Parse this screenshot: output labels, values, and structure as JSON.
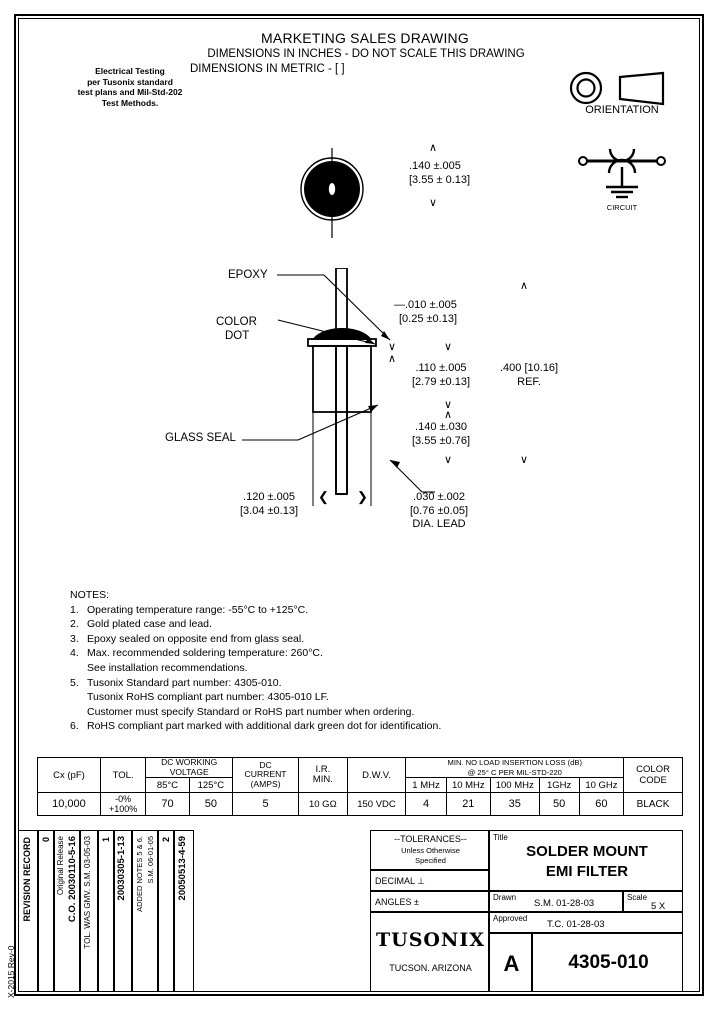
{
  "header": {
    "title": "MARKETING SALES DRAWING",
    "line1": "DIMENSIONS IN INCHES - DO NOT SCALE THIS DRAWING",
    "line2": "DIMENSIONS IN METRIC - [  ]"
  },
  "electrical_testing": {
    "l1": "Electrical Testing",
    "l2": "per Tusonix standard",
    "l3": "test plans and Mil-Std-202",
    "l4": "Test Methods."
  },
  "orientation": {
    "label": "ORIENTATION"
  },
  "circuit": {
    "label": "CIRCUIT"
  },
  "dimensions": {
    "end_diameter": {
      "inch": ".140 ±.005",
      "metric": "[3.55 ± 0.13]"
    },
    "epoxy_thickness": {
      "inch": "—.010 ±.005",
      "metric": "[0.25 ±0.13]"
    },
    "body_length": {
      "inch": ".110 ±.005",
      "metric": "[2.79 ±0.13]"
    },
    "overall_ref": {
      "inch": ".400 [10.16]",
      "metric": "REF."
    },
    "lead_length": {
      "inch": ".140 ±.030",
      "metric": "[3.55 ±0.76]"
    },
    "body_diameter": {
      "inch": ".120 ±.005",
      "metric": "[3.04 ±0.13]"
    },
    "lead_dia": {
      "inch": ".030 ±.002",
      "metric": "[0.76 ±0.05]",
      "note": "DIA. LEAD"
    }
  },
  "callouts": {
    "epoxy": "EPOXY",
    "color_dot_l1": "COLOR",
    "color_dot_l2": "DOT",
    "glass_seal": "GLASS SEAL"
  },
  "notes": {
    "heading": "NOTES:",
    "items": [
      {
        "num": "1.",
        "text": "Operating temperature range: -55°C to +125°C."
      },
      {
        "num": "2.",
        "text": "Gold plated case and lead."
      },
      {
        "num": "3.",
        "text": "Epoxy sealed on opposite end from glass seal."
      },
      {
        "num": "4.",
        "text": "Max. recommended soldering temperature: 260°C.",
        "sub": [
          "See installation recommendations."
        ]
      },
      {
        "num": "5.",
        "text": "Tusonix Standard part number:  4305-010.",
        "sub": [
          "Tusonix RoHS compliant part number:  4305-010  LF.",
          "Customer must specify Standard or RoHS part number when ordering."
        ]
      },
      {
        "num": "6.",
        "text": "RoHS compliant part marked with additional dark green dot for identification."
      }
    ]
  },
  "spec_table": {
    "headers": {
      "cx": "Cx (pF)",
      "tol": "TOL.",
      "dcwv": "DC WORKING VOLTAGE",
      "dcwv_85": "85°C",
      "dcwv_125": "125°C",
      "dc_current_l1": "DC",
      "dc_current_l2": "CURRENT",
      "dc_current_l3": "(AMPS)",
      "ir_l1": "I.R.",
      "ir_l2": "MIN.",
      "dwv": "D.W.V.",
      "il_l1": "MIN. NO LOAD INSERTION LOSS (dB)",
      "il_l2": "@ 25° C PER MIL-STD-220",
      "freq": [
        "1 MHz",
        "10 MHz",
        "100 MHz",
        "1GHz",
        "10 GHz"
      ],
      "color_l1": "COLOR",
      "color_l2": "CODE"
    },
    "row": {
      "cx": "10,000",
      "tol_l1": "-0%",
      "tol_l2": "+100%",
      "dcwv_85": "70",
      "dcwv_125": "50",
      "dc_current": "5",
      "ir": "10 GΩ",
      "dwv": "150 VDC",
      "insertion_loss": [
        "4",
        "21",
        "35",
        "50",
        "60"
      ],
      "color_code": "BLACK"
    }
  },
  "revision_record": {
    "title": "REVISION RECORD",
    "sheet_code": "X-2015 Rev-0",
    "rows": [
      {
        "rev": "0",
        "desc": "Original Release",
        "co": "C.O.  20030110-5-16",
        "note": ""
      },
      {
        "rev": "1",
        "desc": "TOL. WAS GMV. S.M. 03-05-03",
        "co": "20030305-1-13",
        "note": ""
      },
      {
        "rev": "2",
        "desc": "ADDED NOTES 5 & 6.",
        "co": "20050513-4-59",
        "note": "S.M. 06-01-05"
      }
    ]
  },
  "title_block": {
    "tolerances_title": "--TOLERANCES--",
    "tolerances_sub1": "Unless Otherwise",
    "tolerances_sub2": "Specified",
    "decimal_label": "DECIMAL ⊥",
    "angles_label": "ANGLES ±",
    "title_label": "Title",
    "title_l1": "SOLDER MOUNT",
    "title_l2": "EMI FILTER",
    "drawn_label": "Drawn",
    "drawn_value": "S.M. 01-28-03",
    "approved_label": "Approved",
    "approved_value": "T.C. 01-28-03",
    "scale_label": "Scale",
    "scale_value": "5 X",
    "company": "TUSONIX",
    "company_city": "TUCSON. ARIZONA",
    "size": "A",
    "part_number": "4305-010"
  }
}
